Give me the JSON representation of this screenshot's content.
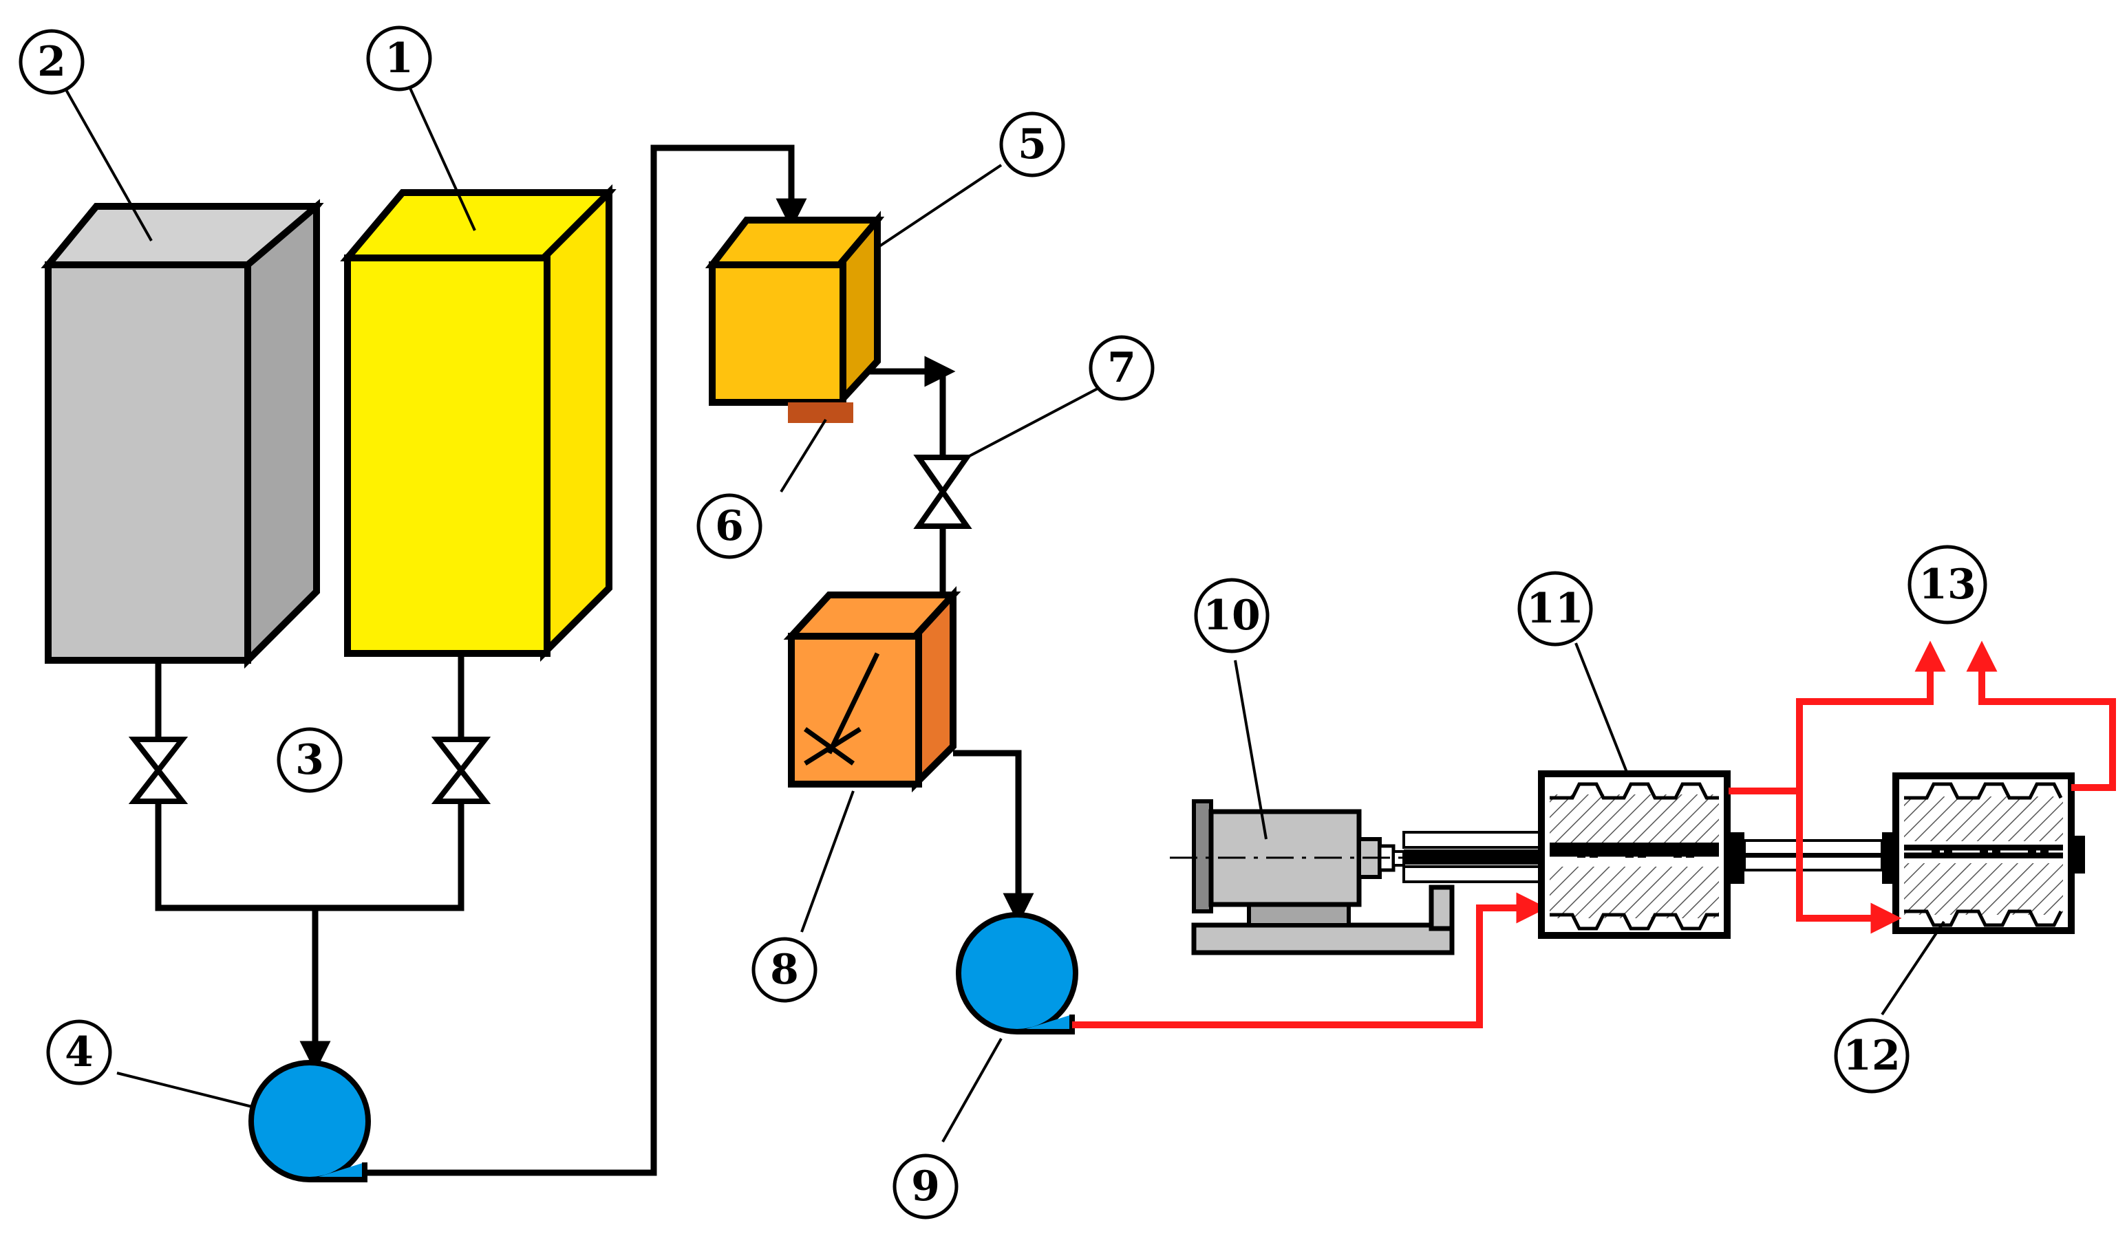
{
  "labels": {
    "n1": "1",
    "n2": "2",
    "n3": "3",
    "n4": "4",
    "n5": "5",
    "n6": "6",
    "n7": "7",
    "n8": "8",
    "n9": "9",
    "n10": "10",
    "n11": "11",
    "n12": "12",
    "n13": "13"
  },
  "colors": {
    "tank_gray_front": "#c3c3c3",
    "tank_gray_side": "#a6a6a6",
    "tank_gray_top": "#d2d2d2",
    "tank_yellow_front": "#fff200",
    "tank_yellow_side": "#ffe500",
    "hopper_front": "#ffc20e",
    "hopper_side": "#e0a000",
    "heater": "#c0501a",
    "mixer_front": "#ff9a3c",
    "mixer_side": "#e8762a",
    "pump": "#0099e6",
    "motor": "#c3c3c3",
    "hot_line": "#ff1a1a",
    "line": "#000000"
  }
}
